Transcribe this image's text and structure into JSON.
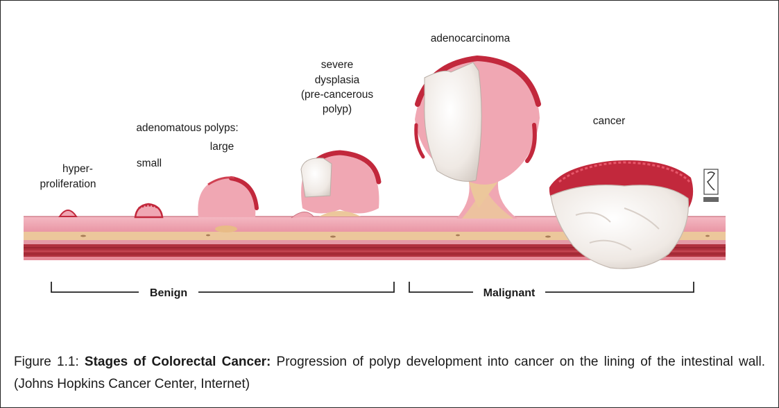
{
  "labels": {
    "hyperproliferation": [
      "hyper-",
      "proliferation"
    ],
    "small": "small",
    "adenomatous_polyps": "adenomatous polyps:",
    "large": "large",
    "severe_dysplasia": [
      "severe",
      "dysplasia",
      "(pre-cancerous",
      "polyp)"
    ],
    "adenocarcinoma": "adenocarcinoma",
    "cancer": "cancer"
  },
  "brackets": {
    "benign": "Benign",
    "malignant": "Malignant"
  },
  "caption": {
    "prefix": "Figure 1.1: ",
    "bold": "Stages of Colorectal Cancer:",
    "text": " Progression of polyp development into cancer on the lining of the intestinal wall.  (Johns Hopkins Cancer Center, Internet)"
  },
  "colors": {
    "tissue_pink": "#f0a7b3",
    "tumor_red": "#c2283c",
    "tumor_white": "#f4efea",
    "submucosa_tan": "#ecc79b",
    "muscle_red": "#b0313e"
  },
  "icons": {
    "logo": "johns-hopkins-shield-logo"
  }
}
